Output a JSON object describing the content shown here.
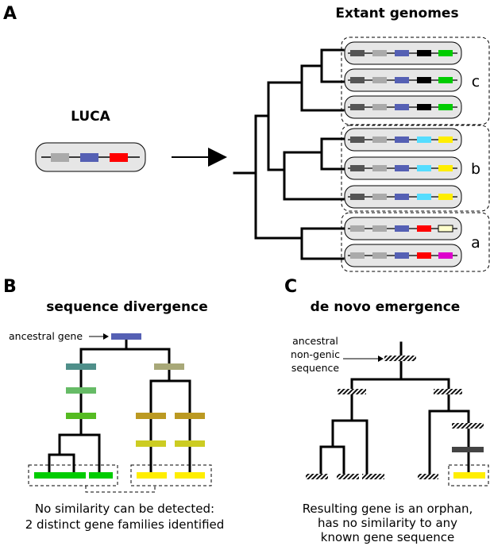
{
  "panels": {
    "a": {
      "letter": "A",
      "luca_label": "LUCA",
      "extant_title": "Extant genomes",
      "group_labels": [
        "c",
        "b",
        "a"
      ]
    },
    "b": {
      "letter": "B",
      "title": "sequence divergence",
      "ancestral_label": "ancestral gene",
      "caption_line1": "No similarity can be detected:",
      "caption_line2": "2 distinct gene families identified"
    },
    "c": {
      "letter": "C",
      "title": "de novo emergence",
      "ancestral_line1": "ancestral",
      "ancestral_line2": "non-genic",
      "ancestral_line3": "sequence",
      "caption_line1": "Resulting gene is an orphan,",
      "caption_line2": "has no similarity to any",
      "caption_line3": "known gene sequence"
    }
  },
  "colors": {
    "dark_gray": "#555555",
    "light_gray": "#aaaaaa",
    "blue": "#5560b4",
    "black": "#000000",
    "green": "#00cc00",
    "cyan": "#55ddff",
    "yellow": "#ffee00",
    "red": "#ff0000",
    "cream": "#ffffcc",
    "magenta": "#dd00cc",
    "capsule_fill": "#e6e6e6",
    "teal": "#4f8f8a",
    "light_green": "#66bb66",
    "mid_green": "#55bb22",
    "olive_gray": "#a8a878",
    "olive": "#bb9922",
    "yellow_olive": "#cccc22"
  },
  "luca_genes": [
    "light_gray",
    "blue",
    "red"
  ],
  "genomes": [
    [
      "dark_gray",
      "light_gray",
      "blue",
      "black",
      "green"
    ],
    [
      "dark_gray",
      "light_gray",
      "blue",
      "black",
      "green"
    ],
    [
      "dark_gray",
      "light_gray",
      "blue",
      "black",
      "green"
    ],
    [
      "dark_gray",
      "light_gray",
      "blue",
      "cyan",
      "yellow"
    ],
    [
      "dark_gray",
      "light_gray",
      "blue",
      "cyan",
      "yellow"
    ],
    [
      "dark_gray",
      "light_gray",
      "blue",
      "cyan",
      "yellow"
    ],
    [
      "light_gray",
      "light_gray",
      "blue",
      "red",
      "cream"
    ],
    [
      "light_gray",
      "light_gray",
      "blue",
      "red",
      "magenta"
    ]
  ]
}
